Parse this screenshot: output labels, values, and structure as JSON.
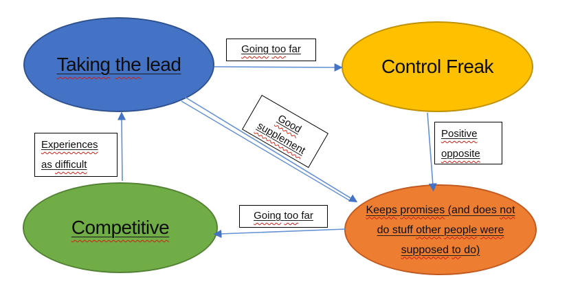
{
  "diagram": {
    "nodes": {
      "taking_the_lead": {
        "label": "Taking the lead",
        "misspelled": [
          "Taking",
          "the"
        ],
        "fill": "#4472C4",
        "border": "#2F528F"
      },
      "control_freak": {
        "label": "Control Freak",
        "misspelled": [],
        "fill": "#FFC000",
        "border": "#BF9000"
      },
      "competitive": {
        "label": "Competitive",
        "misspelled": [
          "Competitive"
        ],
        "fill": "#70AD47",
        "border": "#548235"
      },
      "keeps_promises": {
        "lines": [
          "Keeps promises (and does not",
          "do stuff other people were",
          "supposed to do)"
        ],
        "misspelled": [
          "Keeps",
          "promises",
          "not",
          "other",
          "people",
          "were",
          "supposed",
          "to"
        ],
        "fill": "#ED7D31",
        "border": "#C05A21"
      }
    },
    "edge_labels": {
      "going_too_far_top": {
        "label": "Going too far",
        "misspelled": [
          "Going",
          "too"
        ]
      },
      "good_supplement": {
        "lines": [
          "Good",
          "supplement"
        ],
        "misspelled": [
          "Good",
          "supplement"
        ]
      },
      "positive_opposite": {
        "lines": [
          "Positive",
          "opposite"
        ],
        "misspelled": [
          "Positive",
          "opposite"
        ]
      },
      "experiences_as_difficult": {
        "lines": [
          "Experiences",
          "as difficult"
        ],
        "misspelled": [
          "Experiences",
          "difficult"
        ]
      },
      "going_too_far_bottom": {
        "label": "Going too far",
        "misspelled": [
          "Going",
          "too"
        ]
      }
    },
    "colors": {
      "arrow_line": "#638fd3",
      "arrow_head": "#4472C4",
      "squiggle": "#d11c0e",
      "label_box_border": "#000000",
      "text": "#0d0d0d",
      "background": "#ffffff"
    }
  }
}
